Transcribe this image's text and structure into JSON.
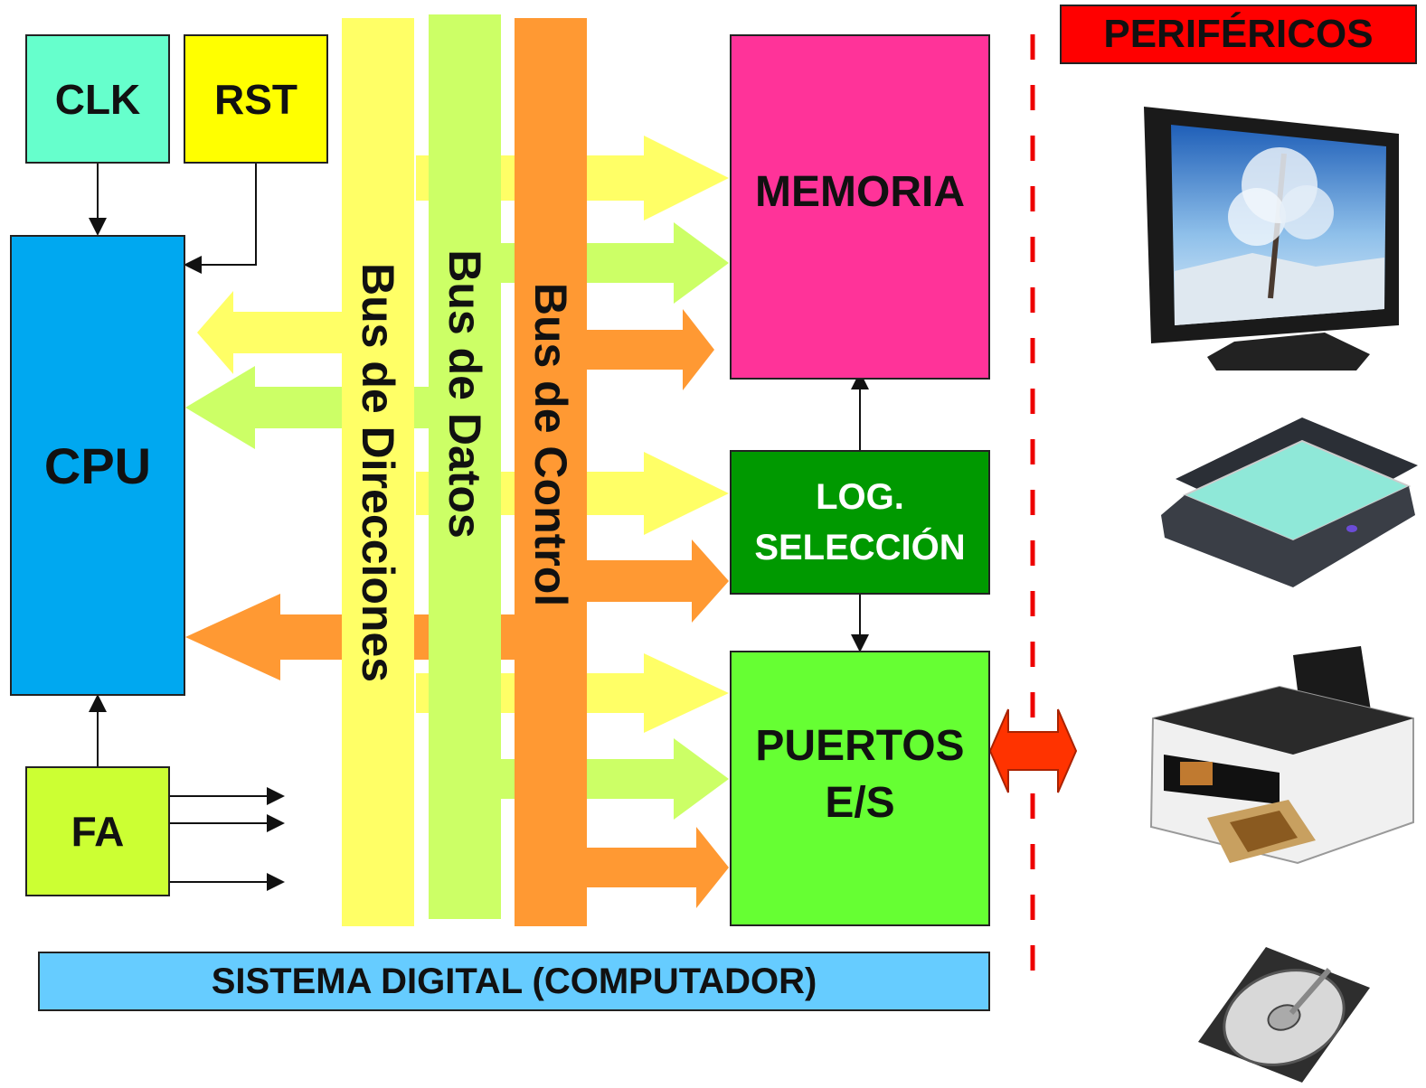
{
  "blocks": {
    "clk": "CLK",
    "rst": "RST",
    "cpu": "CPU",
    "fa": "FA",
    "memoria": "MEMORIA",
    "log_line1": "LOG.",
    "log_line2": "SELECCIÓN",
    "puertos_line1": "PUERTOS",
    "puertos_line2": "E/S"
  },
  "buses": {
    "direcciones": "Bus de Direcciones",
    "datos": "Bus de Datos",
    "control": "Bus de Control"
  },
  "system_label": "SISTEMA DIGITAL (COMPUTADOR)",
  "peripherals_title": "PERIFÉRICOS",
  "peripherals": [
    "monitor",
    "scanner",
    "printer",
    "hard-disk"
  ],
  "colors": {
    "clk": "#66ffcc",
    "rst": "#ffff00",
    "cpu": "#00a8f0",
    "fa": "#ccff33",
    "memoria": "#ff3399",
    "log": "#009900",
    "puertos": "#66ff33",
    "bus_direcciones": "#ffff66",
    "bus_datos": "#ccff66",
    "bus_control": "#ff9933",
    "system_label": "#66ccff",
    "peripherals_title": "#ff0000",
    "divider": "#ee0000",
    "io_arrow": "#ff3300"
  }
}
